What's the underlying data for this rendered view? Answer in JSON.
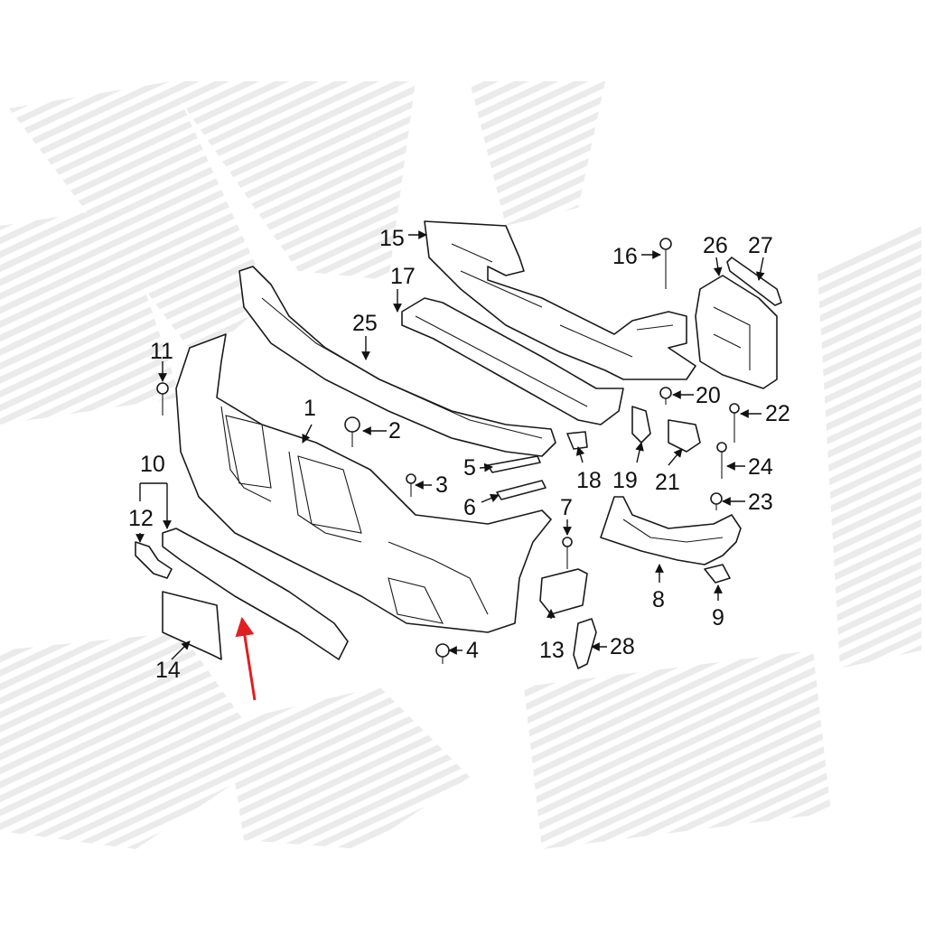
{
  "diagram": {
    "callouts": [
      "1",
      "2",
      "3",
      "4",
      "5",
      "6",
      "7",
      "8",
      "9",
      "10",
      "11",
      "12",
      "13",
      "14",
      "15",
      "16",
      "17",
      "18",
      "19",
      "20",
      "21",
      "22",
      "23",
      "24",
      "25",
      "26",
      "27",
      "28"
    ],
    "highlight_color": "#e02020",
    "line_color": "#1a1a1a",
    "watermark_color": "#e6e6e6"
  }
}
